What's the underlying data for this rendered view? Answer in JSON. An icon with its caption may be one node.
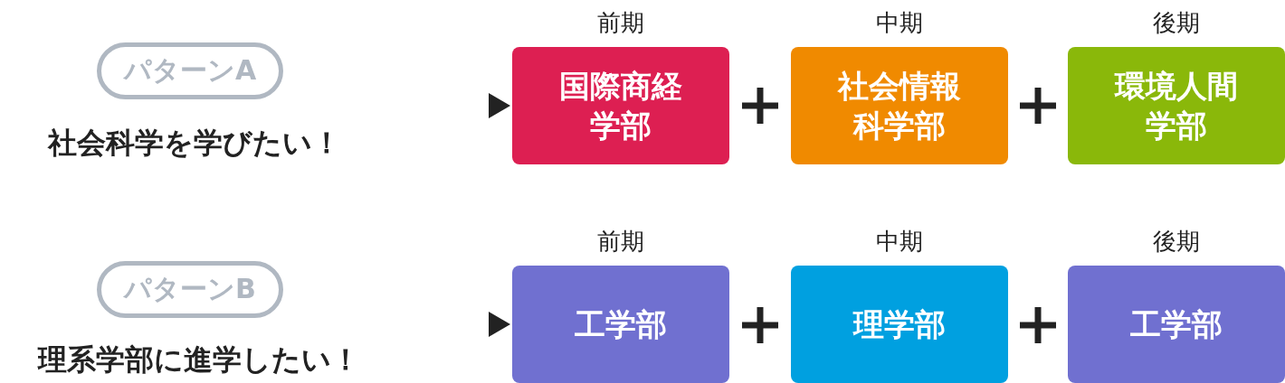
{
  "diagram": {
    "nodes": [
      {
        "text": [
          "パターンA"
        ]
      },
      {
        "text": [
          "社会科学を学びたい！"
        ]
      },
      {
        "text": [
          "国際商経学部"
        ],
        "beside": [
          "前期"
        ]
      },
      {
        "text": [
          "社会情報科学部"
        ],
        "beside": [
          "中期"
        ]
      },
      {
        "text": [
          "環境人間学部"
        ],
        "beside": [
          "後期"
        ]
      },
      {
        "text": [
          "パターンB"
        ]
      },
      {
        "text": [
          "理系学部に進学したい！"
        ]
      },
      {
        "text": [
          "工学部"
        ],
        "beside": [
          "前期"
        ]
      },
      {
        "text": [
          "理学部"
        ],
        "beside": [
          "中期"
        ]
      },
      {
        "text": [
          "工学部"
        ],
        "beside": [
          "後期"
        ]
      }
    ],
    "edges": [
      {
        "from": 1,
        "to": 2,
        "arrow": "to"
      },
      {
        "from": 6,
        "to": 7,
        "arrow": "to"
      }
    ]
  }
}
